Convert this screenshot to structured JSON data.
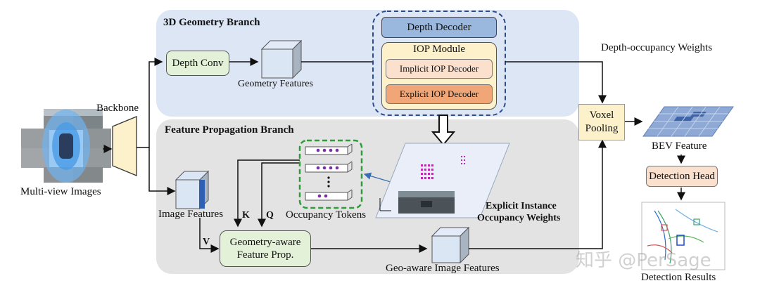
{
  "branches": {
    "geometry_title": "3D Geometry Branch",
    "feature_title": "Feature Propagation Branch"
  },
  "inputs": {
    "images_label": "Multi-view Images",
    "backbone_label": "Backbone"
  },
  "geometry": {
    "depth_conv": "Depth Conv",
    "geometry_features": "Geometry Features",
    "depth_decoder": "Depth Decoder",
    "iop_module": "IOP Module",
    "implicit_decoder": "Implicit IOP Decoder",
    "explicit_decoder": "Explicit IOP Decoder",
    "depth_occ_weights": "Depth-occupancy Weights"
  },
  "propagation": {
    "image_features": "Image Features",
    "k_label": "K",
    "q_label": "Q",
    "v_label": "V",
    "occupancy_tokens": "Occupancy Tokens",
    "geo_prop_line1": "Geometry-aware",
    "geo_prop_line2": "Feature Prop.",
    "geo_aware_features": "Geo-aware Image Features",
    "explicit_weights_line1": "Explicit Instance",
    "explicit_weights_line2": "Occupancy Weights"
  },
  "output": {
    "voxel_pooling_line1": "Voxel",
    "voxel_pooling_line2": "Pooling",
    "bev_feature": "BEV Feature",
    "detection_head": "Detection Head",
    "detection_results": "Detection Results"
  },
  "watermark": "知乎 @PerSage",
  "colors": {
    "geometry_bg": "#dde6f4",
    "feature_bg": "#e3e3e3",
    "green_box": "#e4f1d9",
    "depth_decoder": "#9ab7de",
    "iop_module": "#fdf1cc",
    "implicit_decoder": "#fae0cd",
    "explicit_decoder": "#f0a677",
    "voxel_pooling": "#fdf1cc",
    "detection_head": "#fae0cd",
    "bev_blue": "#8ea9d6"
  }
}
